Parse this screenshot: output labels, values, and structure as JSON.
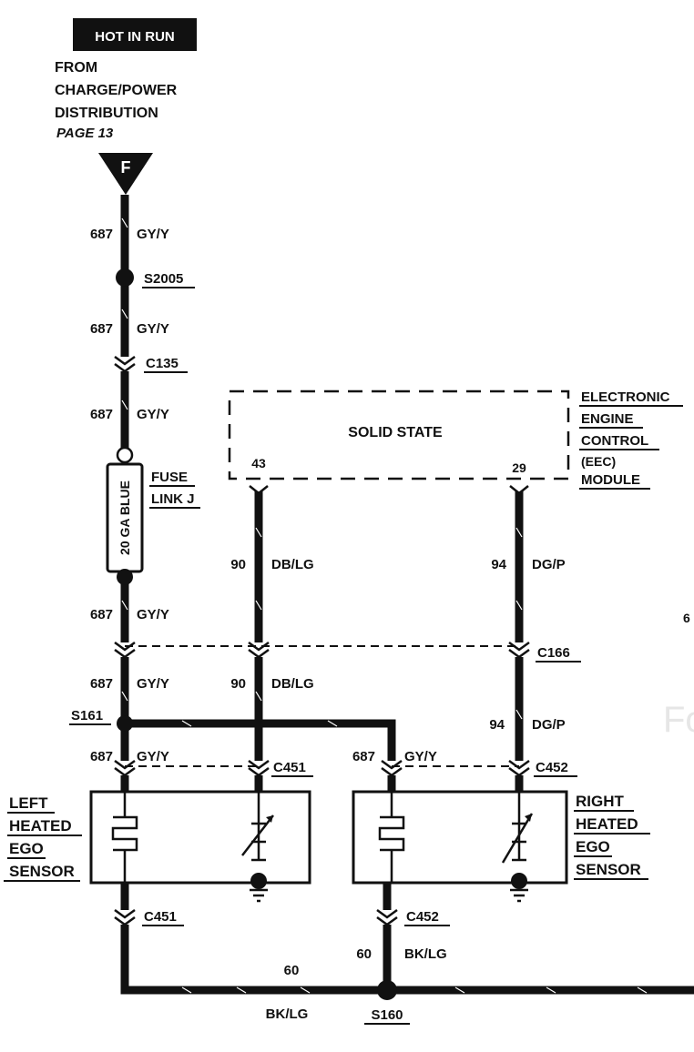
{
  "header": {
    "badge": "HOT IN RUN",
    "from_lines": [
      "FROM",
      "CHARGE/POWER",
      "DISTRIBUTION"
    ],
    "page_ref": "PAGE 13",
    "connector_letter": "F"
  },
  "wires": {
    "w687_1": {
      "num": "687",
      "color": "GY/Y"
    },
    "w687_2": {
      "num": "687",
      "color": "GY/Y"
    },
    "w687_3": {
      "num": "687",
      "color": "GY/Y"
    },
    "w687_4": {
      "num": "687",
      "color": "GY/Y"
    },
    "w687_5": {
      "num": "687",
      "color": "GY/Y"
    },
    "w687_6": {
      "num": "687",
      "color": "GY/Y"
    },
    "w687_7": {
      "num": "687",
      "color": "GY/Y"
    },
    "w90_1": {
      "num": "90",
      "color": "DB/LG"
    },
    "w90_2": {
      "num": "90",
      "color": "DB/LG"
    },
    "w94_1": {
      "num": "94",
      "color": "DG/P"
    },
    "w94_2": {
      "num": "94",
      "color": "DG/P"
    },
    "w60_1": {
      "num": "60",
      "color": "BK/LG"
    },
    "w60_2": {
      "num": "60",
      "color": "BK/LG"
    }
  },
  "splices": {
    "s2005": "S2005",
    "s161": "S161",
    "s160": "S160"
  },
  "connectors": {
    "c135": "C135",
    "c166": "C166",
    "c451_top": "C451",
    "c452_top": "C452",
    "c451_bot": "C451",
    "c452_bot": "C452"
  },
  "fuse": {
    "rating": "20 GA BLUE",
    "label_lines": [
      "FUSE",
      "LINK J"
    ]
  },
  "eec": {
    "inner_label": "SOLID STATE",
    "pin_left": "43",
    "pin_right": "29",
    "label_lines": [
      "ELECTRONIC",
      "ENGINE",
      "CONTROL",
      "(EEC)",
      "MODULE"
    ]
  },
  "left_sensor": {
    "label_lines": [
      "LEFT",
      "HEATED",
      "EGO",
      "SENSOR"
    ]
  },
  "right_sensor": {
    "label_lines": [
      "RIGHT",
      "HEATED",
      "EGO",
      "SENSOR"
    ]
  },
  "edge_fragments": {
    "right_edge_digit": "6",
    "watermark_text": "Fo"
  }
}
